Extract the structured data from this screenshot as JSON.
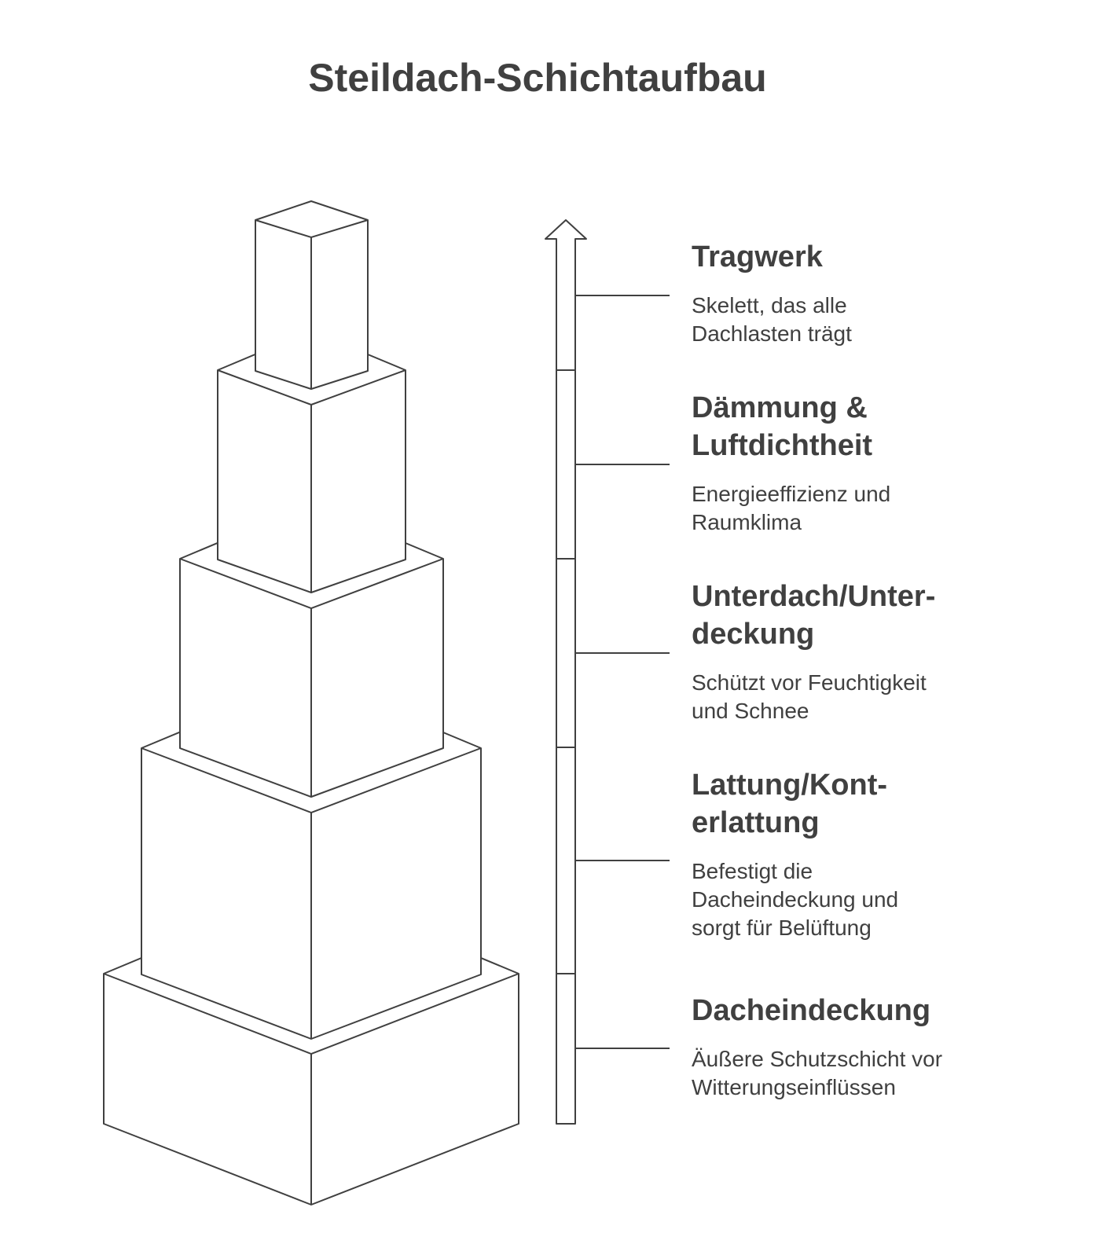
{
  "title": "Steildach-Schichtaufbau",
  "layers": [
    {
      "title": "Tragwerk",
      "desc": "Skelett, das alle\nDachlasten trägt"
    },
    {
      "title": "Dämmung &\nLuftdichtheit",
      "desc": "Energieeffizienz und\nRaumklima"
    },
    {
      "title": "Unterdach/Unter-\ndeckung",
      "desc": "Schützt vor Feuchtigkeit\nund Schnee"
    },
    {
      "title": "Lattung/Kont-\nerlattung",
      "desc": "Befestigt die\nDacheindeckung und\nsorgt für Belüftung"
    },
    {
      "title": "Dacheindeckung",
      "desc": "Äußere Schutzschicht vor\nWitterungseinflüssen"
    }
  ],
  "colors": {
    "stroke": "#404040",
    "text": "#404040",
    "background": "#ffffff"
  }
}
